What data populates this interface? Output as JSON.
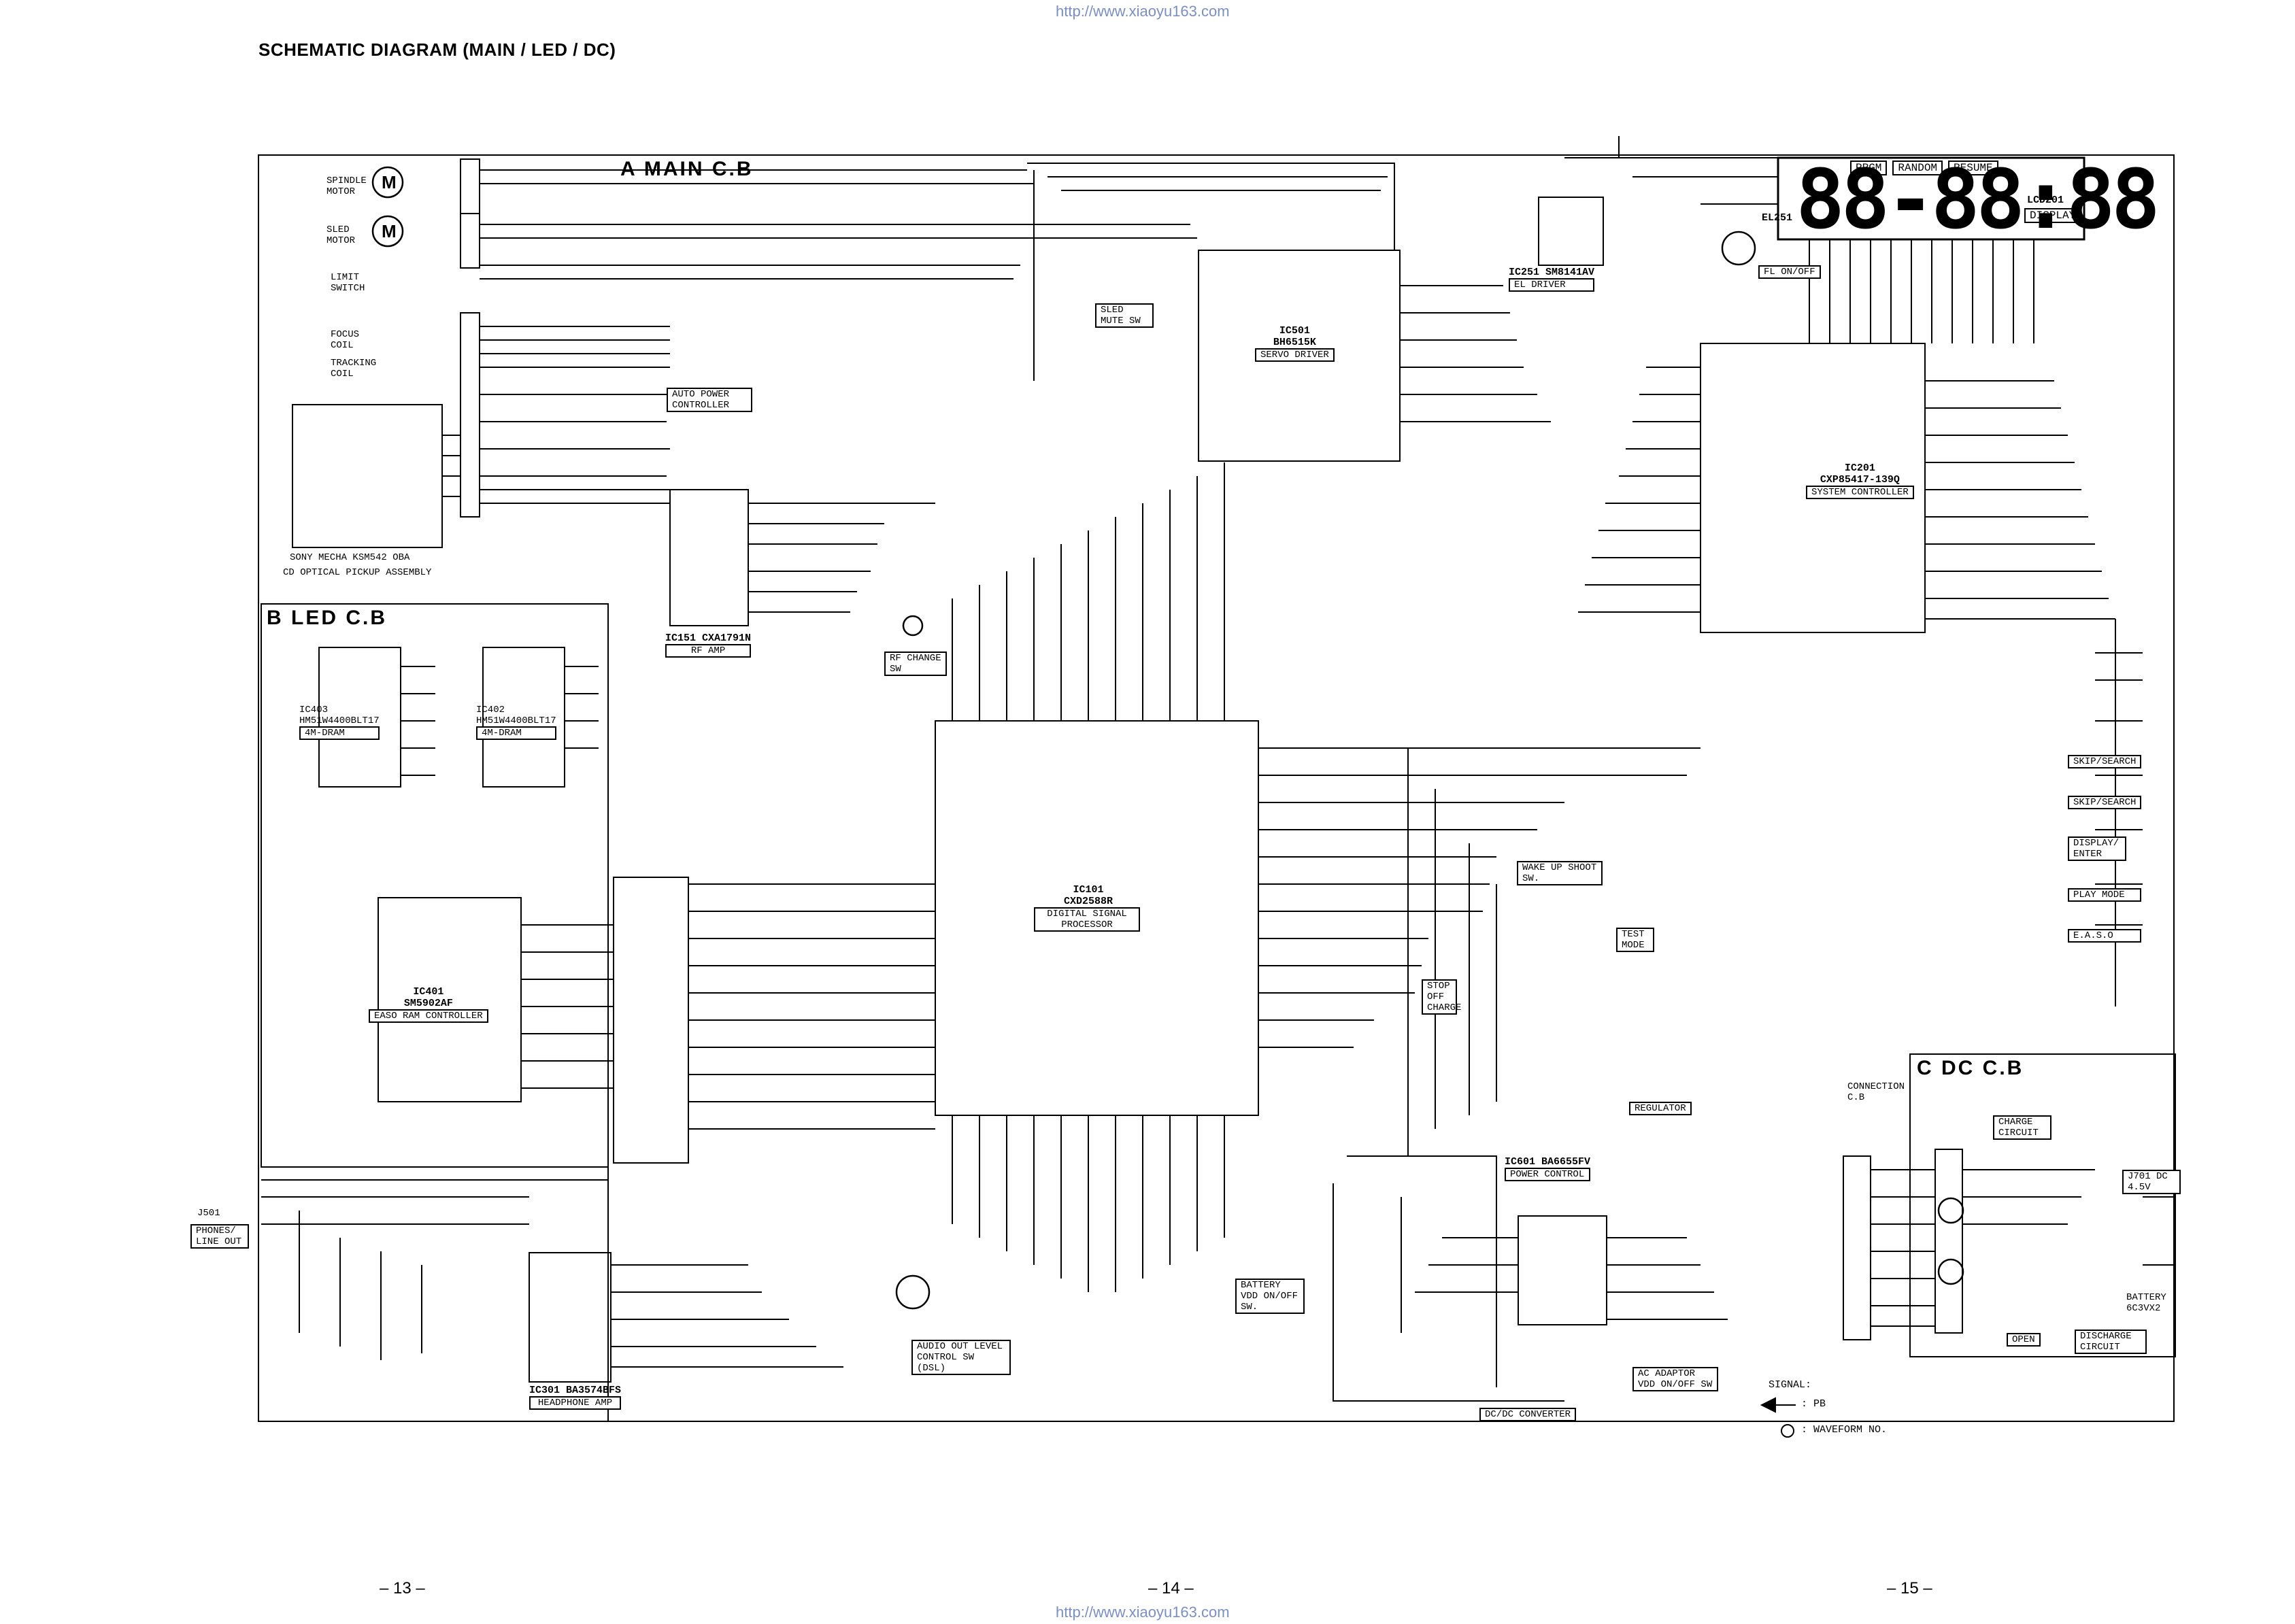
{
  "header": {
    "title": "SCHEMATIC DIAGRAM (MAIN / LED / DC)",
    "url": "http://www.xiaoyu163.com"
  },
  "boards": {
    "main": "A  MAIN C.B",
    "led": "B  LED C.B",
    "dc": "C  DC C.B"
  },
  "display": {
    "tags": [
      "PRGM",
      "RANDOM",
      "RESUME"
    ],
    "digits": "88-88:88",
    "part": "LCD201",
    "name": "DISPLAY",
    "el": "EL251"
  },
  "ics": {
    "ic501": {
      "ref": "IC501",
      "part": "BH6515K",
      "name": "SERVO DRIVER"
    },
    "ic151": {
      "ref": "IC151",
      "part": "CXA1791N",
      "name": "RF AMP"
    },
    "ic101": {
      "ref": "IC101",
      "part": "CXD2588R",
      "name": "DIGITAL SIGNAL PROCESSOR"
    },
    "ic201": {
      "ref": "IC201",
      "part": "CXP85417-139Q",
      "name": "SYSTEM CONTROLLER"
    },
    "ic401": {
      "ref": "IC401",
      "part": "SM5902AF",
      "name": "EASO RAM CONTROLLER"
    },
    "ic402": {
      "ref": "IC402",
      "part": "HM51W4400BLT17",
      "name": "4M-DRAM"
    },
    "ic403": {
      "ref": "IC403",
      "part": "HM51W4400BLT17",
      "name": "4M-DRAM"
    },
    "ic301": {
      "ref": "IC301",
      "part": "BA3574BFS",
      "name": "HEADPHONE AMP"
    },
    "ic251": {
      "ref": "IC251",
      "part": "SM8141AV",
      "name": "EL DRIVER"
    },
    "ic601": {
      "ref": "IC601",
      "part": "BA6655FV",
      "name": "POWER CONTROL"
    }
  },
  "blocks": {
    "pickup": "SONY MECHA KSM542 OBA",
    "pickup_sub": "CD OPTICAL PICKUP ASSEMBLY",
    "spindle": "SPINDLE MOTOR",
    "sled": "SLED MOTOR",
    "limit": "LIMIT SWITCH",
    "focus": "FOCUS COIL",
    "tracking": "TRACKING COIL",
    "auto_power": "AUTO POWER CONTROLLER",
    "sled_mute": "SLED MUTE SW",
    "rf_change": "RF CHANGE SW",
    "regulator": "REGULATOR",
    "dcdc": "DC/DC CONVERTER",
    "battery_sw": "BATTERY VDD ON/OFF SW.",
    "audio_out": "AUDIO OUT LEVEL CONTROL SW (DSL)",
    "ac_adaptor": "AC ADAPTOR VDD ON/OFF SW",
    "charge": "CHARGE CIRCUIT",
    "discharge": "DISCHARGE CIRCUIT",
    "wake_up": "WAKE UP SHOOT SW.",
    "test_mode": "TEST MODE",
    "stop_off": "STOP OFF CHARGE",
    "phones": "PHONES/ LINE OUT",
    "jack": "J501",
    "dc_jack": "J701 DC 4.5V",
    "battery": "BATTERY 6C3VX2",
    "fl_onoff": "FL ON/OFF",
    "connection": "CONNECTION C.B",
    "open_label": "OPEN"
  },
  "switches": [
    "SKIP/SEARCH",
    "SKIP/SEARCH",
    "DISPLAY/ ENTER",
    "PLAY MODE",
    "E.A.S.O"
  ],
  "legend": {
    "title": "SIGNAL:",
    "pb": ": PB",
    "wave": ": WAVEFORM NO."
  },
  "pages": [
    "– 13 –",
    "– 14 –",
    "– 15 –"
  ]
}
